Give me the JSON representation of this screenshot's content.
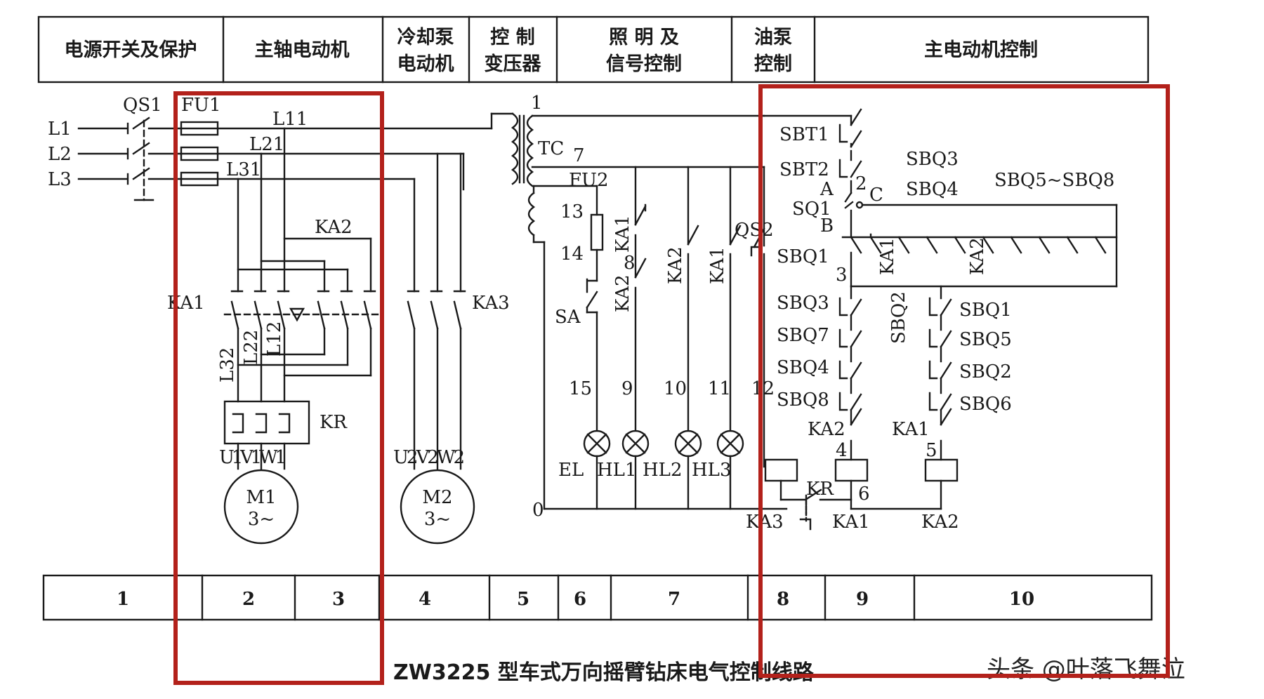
{
  "header_sections": [
    "电源开关及保护",
    "主轴电动机",
    "冷却泵",
    "电动机",
    "控  制",
    "变压器",
    "照 明 及",
    "信号控制",
    "油泵",
    "控制",
    "主电动机控制"
  ],
  "footer_numbers": [
    "1",
    "2",
    "3",
    "4",
    "5",
    "6",
    "7",
    "8",
    "9",
    "10"
  ],
  "labels": {
    "qs1": "QS1",
    "fu1": "FU1",
    "l1": "L1",
    "l2": "L2",
    "l3": "L3",
    "l11": "L11",
    "l21": "L21",
    "l31": "L31",
    "ka2_top": "KA2",
    "ka1_left": "KA1",
    "ka3": "KA3",
    "l32": "L32",
    "l22": "L22",
    "l12": "L12",
    "kr": "KR",
    "uvw1": "U1V1W1",
    "uvw2": "U2V2W2",
    "m1": "M1",
    "m2": "M2",
    "phase": "3~",
    "n1": "1",
    "tc": "TC",
    "n7": "7",
    "fu2": "FU2",
    "n13": "13",
    "n14": "14",
    "sa": "SA",
    "ka1_v": "KA1",
    "n8": "8",
    "ka2_v": "KA2",
    "ka2_v2": "KA2",
    "ka1_v2": "KA1",
    "qs2": "QS2",
    "n15": "15",
    "n9": "9",
    "n10": "10",
    "n11": "11",
    "n12": "12",
    "n0": "0",
    "el": "EL",
    "hl1": "HL1",
    "hl2": "HL2",
    "hl3": "HL3",
    "sbt1": "SBT1",
    "sbt2": "SBT2",
    "n2": "2",
    "a": "A",
    "c": "C",
    "sq1": "SQ1",
    "b": "B",
    "sbq3_top": "SBQ3",
    "sbq4_top": "SBQ4",
    "sbq58": "SBQ5~SBQ8",
    "sbq1_l": "SBQ1",
    "ka1_r": "KA1",
    "ka2_r": "KA2",
    "n3": "3",
    "sbq3": "SBQ3",
    "sbq7": "SBQ7",
    "sbq4": "SBQ4",
    "sbq8": "SBQ8",
    "sbq2_v": "SBQ2",
    "sbq1": "SBQ1",
    "sbq5": "SBQ5",
    "sbq2": "SBQ2",
    "sbq6": "SBQ6",
    "ka2_c": "KA2",
    "ka1_c": "KA1",
    "n4": "4",
    "n5": "5",
    "n6": "6",
    "kr2": "KR",
    "ka3_b": "KA3",
    "ka1_b": "KA1",
    "ka2_b": "KA2"
  },
  "caption": "ZW3225 型车式万向摇臂钻床电气控制线路",
  "watermark": "头条 @叶落飞舞泣",
  "highlight_color": "#b3211b"
}
